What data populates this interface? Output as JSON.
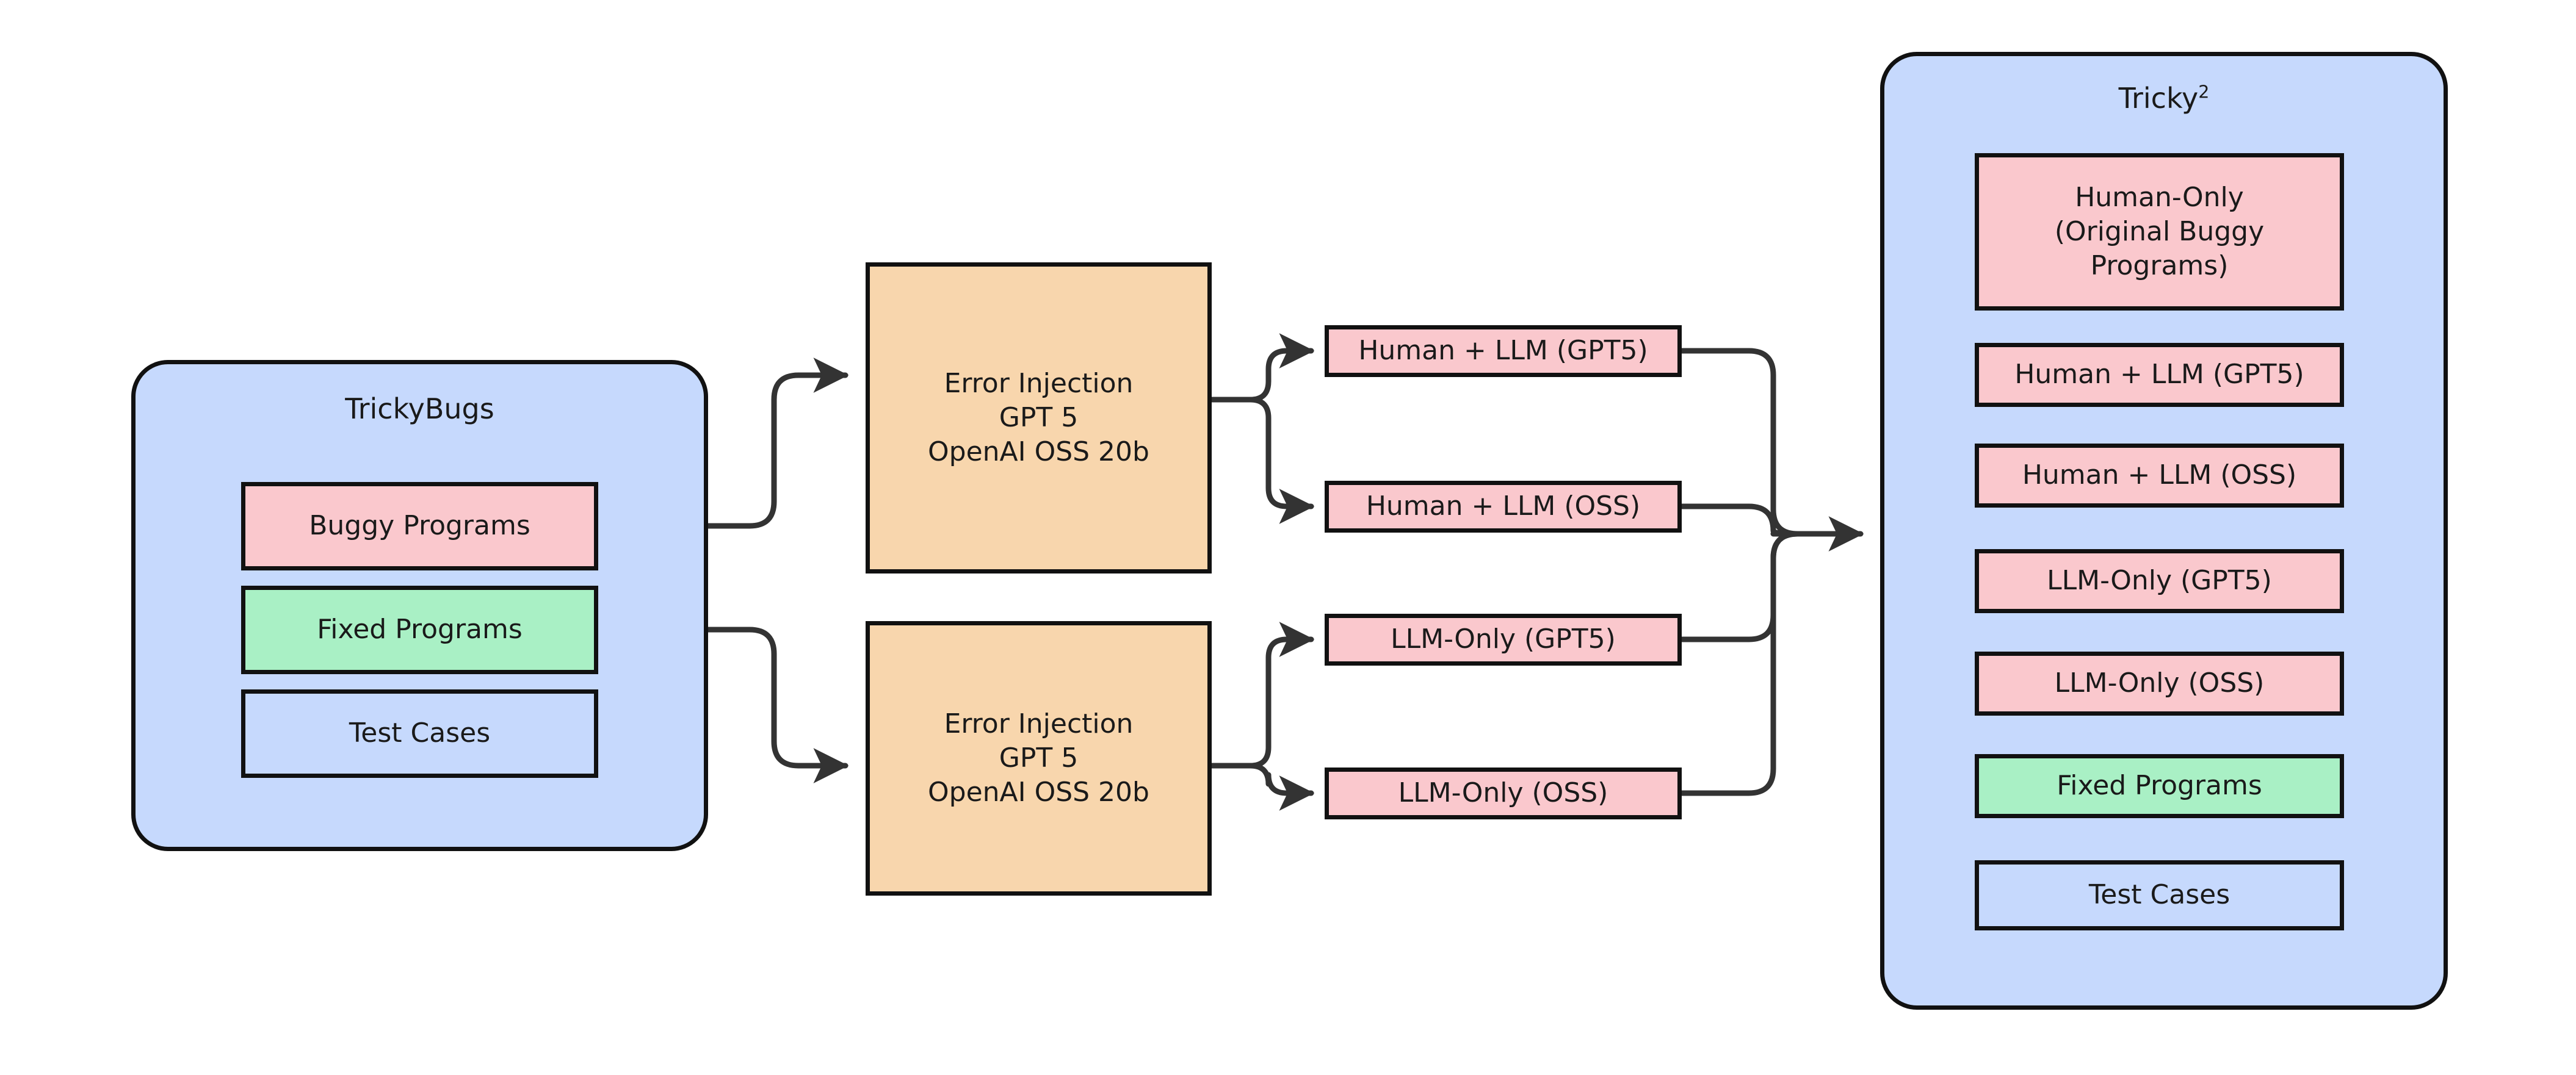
{
  "diagram": {
    "title_left": "TrickyBugs",
    "title_right_base": "Tricky",
    "title_right_sup": "2",
    "colors": {
      "container_fill": "#c6d9fd",
      "pink_fill": "#fac8cd",
      "green_fill": "#a9f0c5",
      "orange_fill": "#f8d6ad",
      "stroke": "#111111",
      "background": "#ffffff"
    }
  },
  "left_container": {
    "label": "TrickyBugs",
    "items": [
      {
        "label": "Buggy Programs",
        "color": "pink"
      },
      {
        "label": "Fixed Programs",
        "color": "green"
      },
      {
        "label": "Test Cases",
        "color": "blue"
      }
    ]
  },
  "processes": [
    {
      "line1": "Error Injection",
      "line2": "GPT 5",
      "line3": "OpenAI OSS 20b"
    },
    {
      "line1": "Error Injection",
      "line2": "GPT 5",
      "line3": "OpenAI OSS 20b"
    }
  ],
  "variants": [
    {
      "label": "Human + LLM (GPT5)"
    },
    {
      "label": "Human + LLM (OSS)"
    },
    {
      "label": "LLM-Only (GPT5)"
    },
    {
      "label": "LLM-Only (OSS)"
    }
  ],
  "right_container": {
    "label": "Tricky2",
    "items": [
      {
        "label": "Human-Only\n(Original Buggy\nPrograms)",
        "color": "pink"
      },
      {
        "label": "Human + LLM (GPT5)",
        "color": "pink"
      },
      {
        "label": "Human + LLM (OSS)",
        "color": "pink"
      },
      {
        "label": "LLM-Only (GPT5)",
        "color": "pink"
      },
      {
        "label": "LLM-Only (OSS)",
        "color": "pink"
      },
      {
        "label": "Fixed Programs",
        "color": "green"
      },
      {
        "label": "Test Cases",
        "color": "blue"
      }
    ]
  }
}
